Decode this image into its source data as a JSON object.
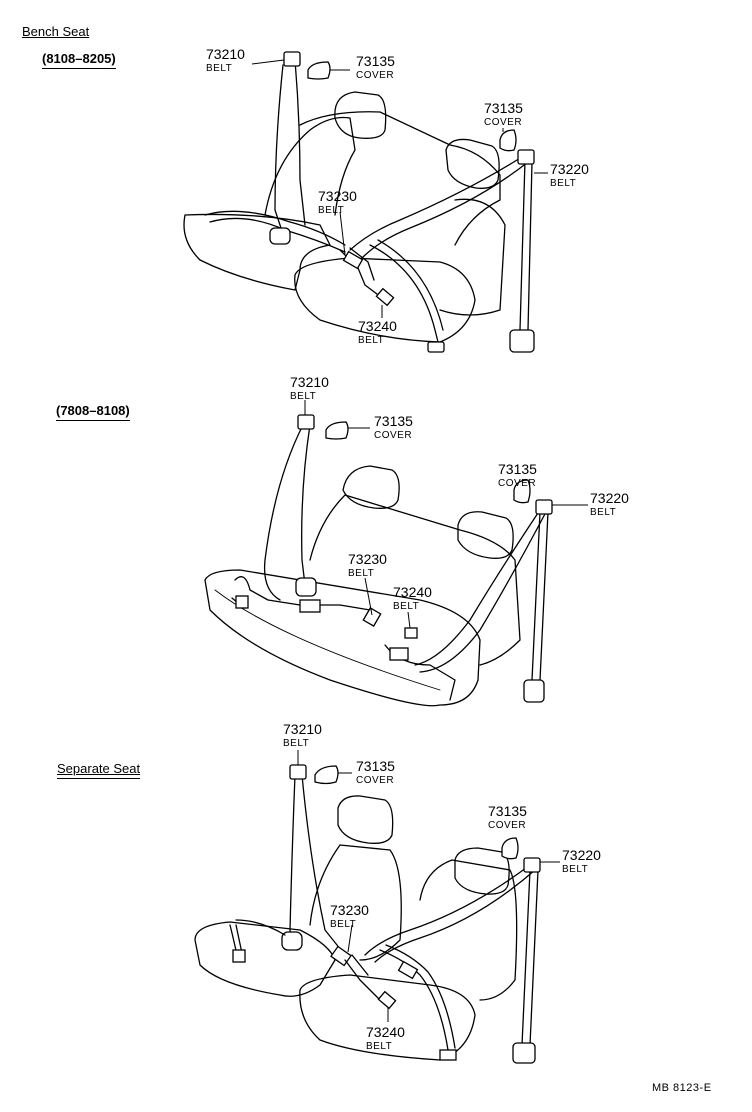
{
  "headings": {
    "bench_seat": "Bench Seat",
    "range_1": "(8108–8205)",
    "range_2": "(7808–8108)",
    "separate_seat": "Separate Seat"
  },
  "diagram_code": "MB  8123-E",
  "section_1": {
    "belt_73210": {
      "num": "73210",
      "name": "BELT"
    },
    "cover_a": {
      "num": "73135",
      "name": "COVER"
    },
    "cover_b": {
      "num": "73135",
      "name": "COVER"
    },
    "belt_73220": {
      "num": "73220",
      "name": "BELT"
    },
    "belt_73230": {
      "num": "73230",
      "name": "BELT"
    },
    "belt_73240": {
      "num": "73240",
      "name": "BELT"
    }
  },
  "section_2": {
    "belt_73210": {
      "num": "73210",
      "name": "BELT"
    },
    "cover_a": {
      "num": "73135",
      "name": "COVER"
    },
    "cover_b": {
      "num": "73135",
      "name": "COVER"
    },
    "belt_73220": {
      "num": "73220",
      "name": "BELT"
    },
    "belt_73230": {
      "num": "73230",
      "name": "BELT"
    },
    "belt_73240": {
      "num": "73240",
      "name": "BELT"
    }
  },
  "section_3": {
    "belt_73210": {
      "num": "73210",
      "name": "BELT"
    },
    "cover_a": {
      "num": "73135",
      "name": "COVER"
    },
    "cover_b": {
      "num": "73135",
      "name": "COVER"
    },
    "belt_73220": {
      "num": "73220",
      "name": "BELT"
    },
    "belt_73230": {
      "num": "73230",
      "name": "BELT"
    },
    "belt_73240": {
      "num": "73240",
      "name": "BELT"
    }
  }
}
